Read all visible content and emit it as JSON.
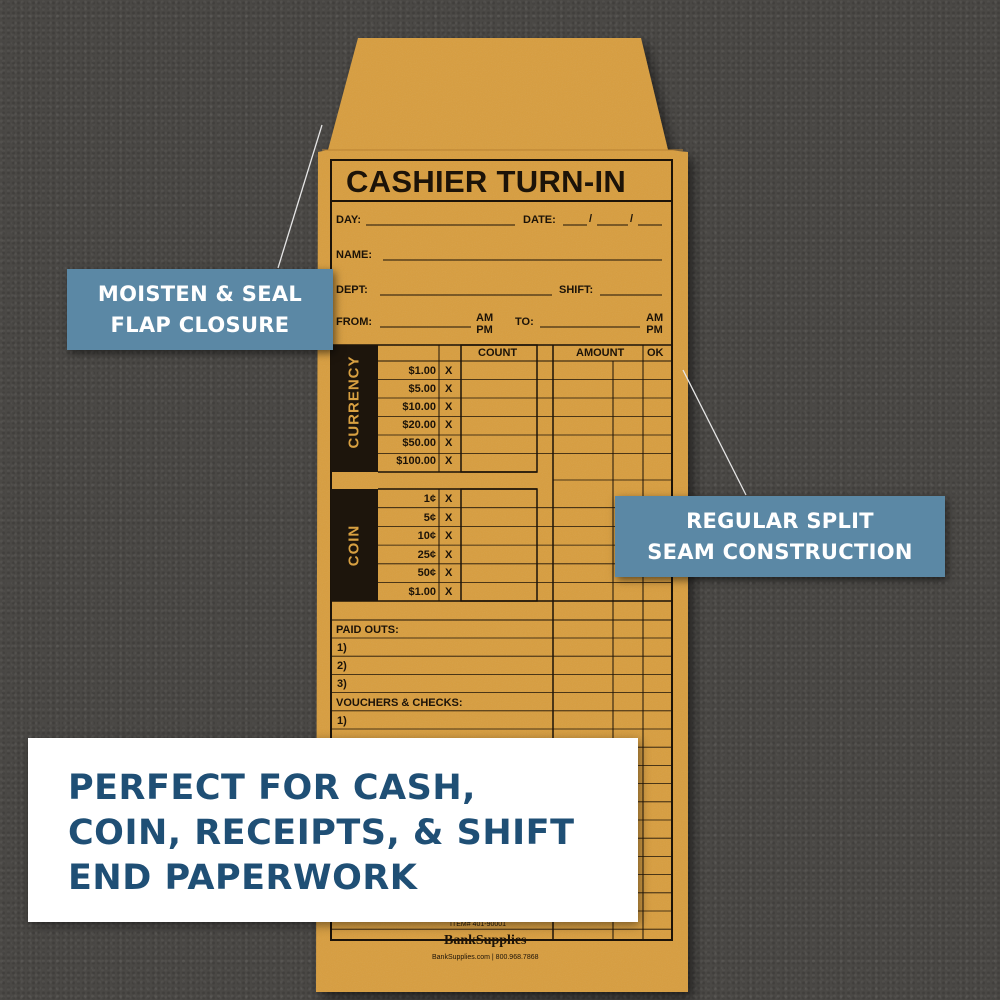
{
  "envelope": {
    "title": "CASHIER TURN-IN",
    "fields": {
      "day": "DAY:",
      "date": "DATE:",
      "date_sep": "/",
      "name": "NAME:",
      "dept": "DEPT:",
      "shift": "SHIFT:",
      "from": "FROM:",
      "to": "TO:",
      "am_pm": "AM\nPM"
    },
    "columns": {
      "count": "COUNT",
      "amount": "AMOUNT",
      "ok": "OK"
    },
    "currency": {
      "label": "CURRENCY",
      "denominations": [
        "$1.00",
        "$5.00",
        "$10.00",
        "$20.00",
        "$50.00",
        "$100.00"
      ]
    },
    "coin": {
      "label": "COIN",
      "denominations": [
        "1¢",
        "5¢",
        "10¢",
        "25¢",
        "50¢",
        "$1.00"
      ]
    },
    "multiply_sign": "X",
    "paid_outs": {
      "label": "PAID OUTS:",
      "items": [
        "1)",
        "2)",
        "3)"
      ]
    },
    "vouchers": {
      "label": "VOUCHERS & CHECKS:",
      "items": [
        "1)"
      ]
    },
    "footer": {
      "item_code": "ITEM# 401-90001",
      "brand": "BankSupplies",
      "contact": "BankSupplies.com | 800.968.7868"
    },
    "colors": {
      "kraft": "#d89d3e",
      "ink": "#1c1308",
      "label_bg": "#1d150c"
    }
  },
  "callouts": {
    "flap": "MOISTEN & SEAL\nFLAP CLOSURE",
    "seam": "REGULAR SPLIT\nSEAM CONSTRUCTION"
  },
  "banner": {
    "text": "PERFECT FOR CASH,\nCOIN, RECEIPTS, & SHIFT\nEND PAPERWORK"
  },
  "colors": {
    "background": "#4a4845",
    "callout": "#5b88a5",
    "banner_text": "#1f4f75"
  }
}
